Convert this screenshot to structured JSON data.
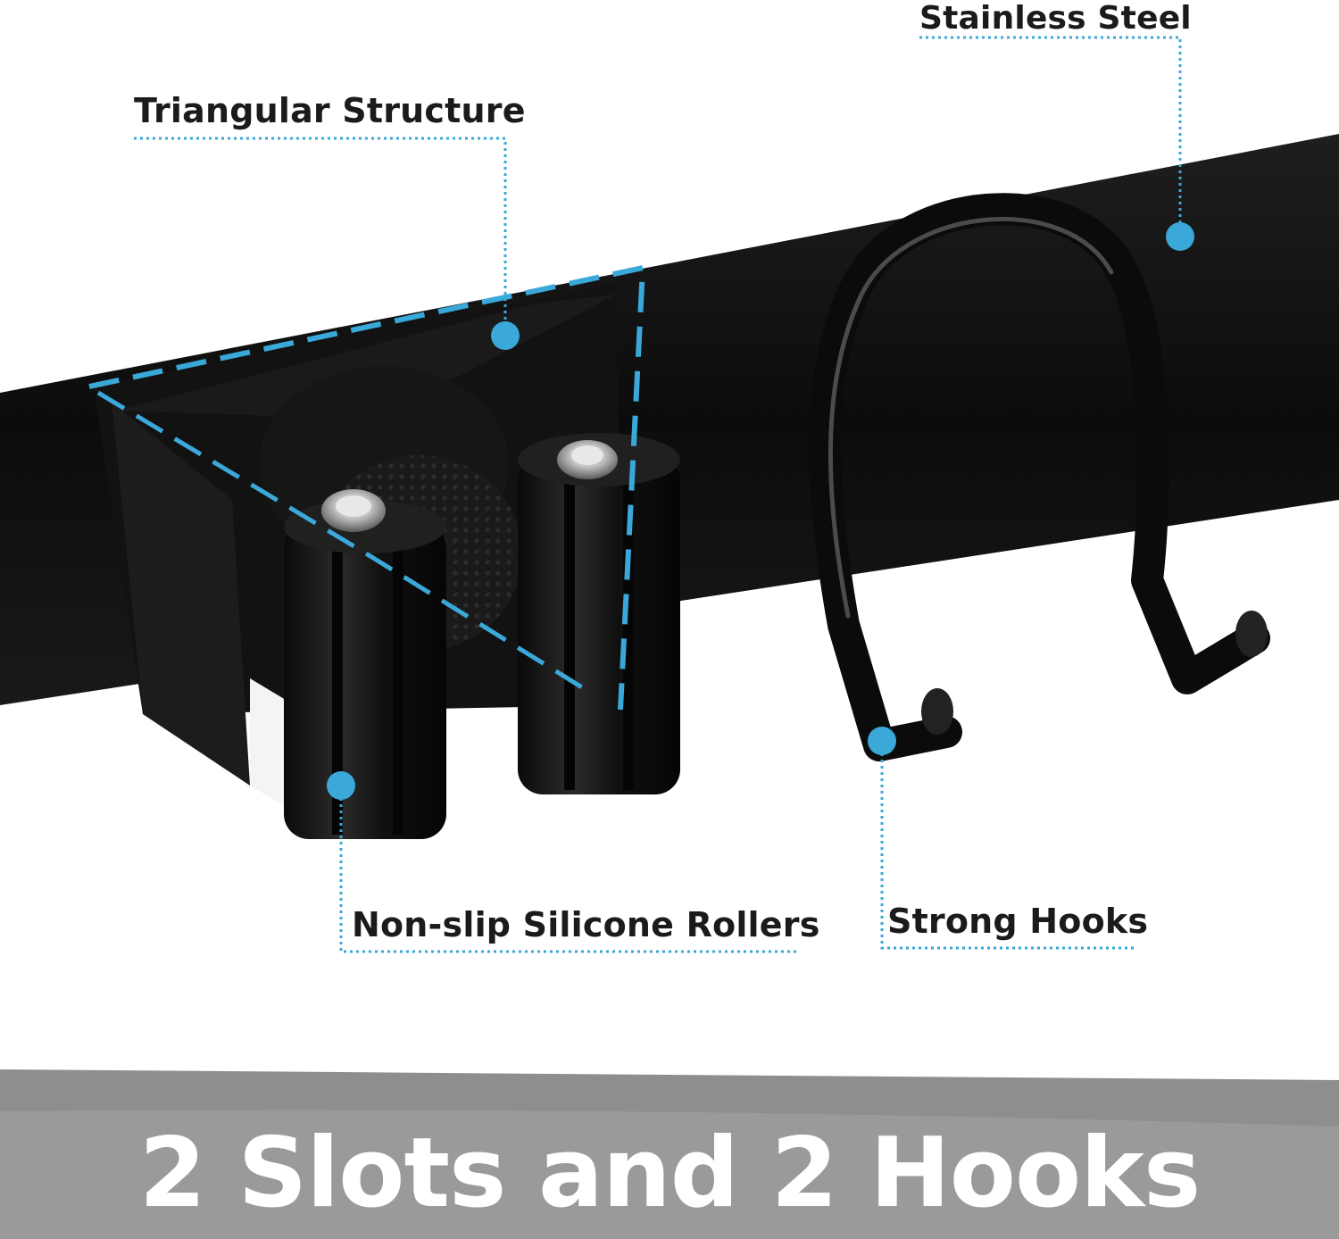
{
  "callouts": {
    "stainless_steel": "Stainless Steel",
    "triangular_structure": "Triangular Structure",
    "rollers": "Non-slip Silicone Rollers",
    "hooks": "Strong Hooks"
  },
  "banner": {
    "headline": "2 Slots and 2 Hooks"
  },
  "colors": {
    "accent": "#3aa8d8",
    "product": "#111111",
    "banner": "#8e8e8e",
    "banner_text": "#ffffff"
  }
}
